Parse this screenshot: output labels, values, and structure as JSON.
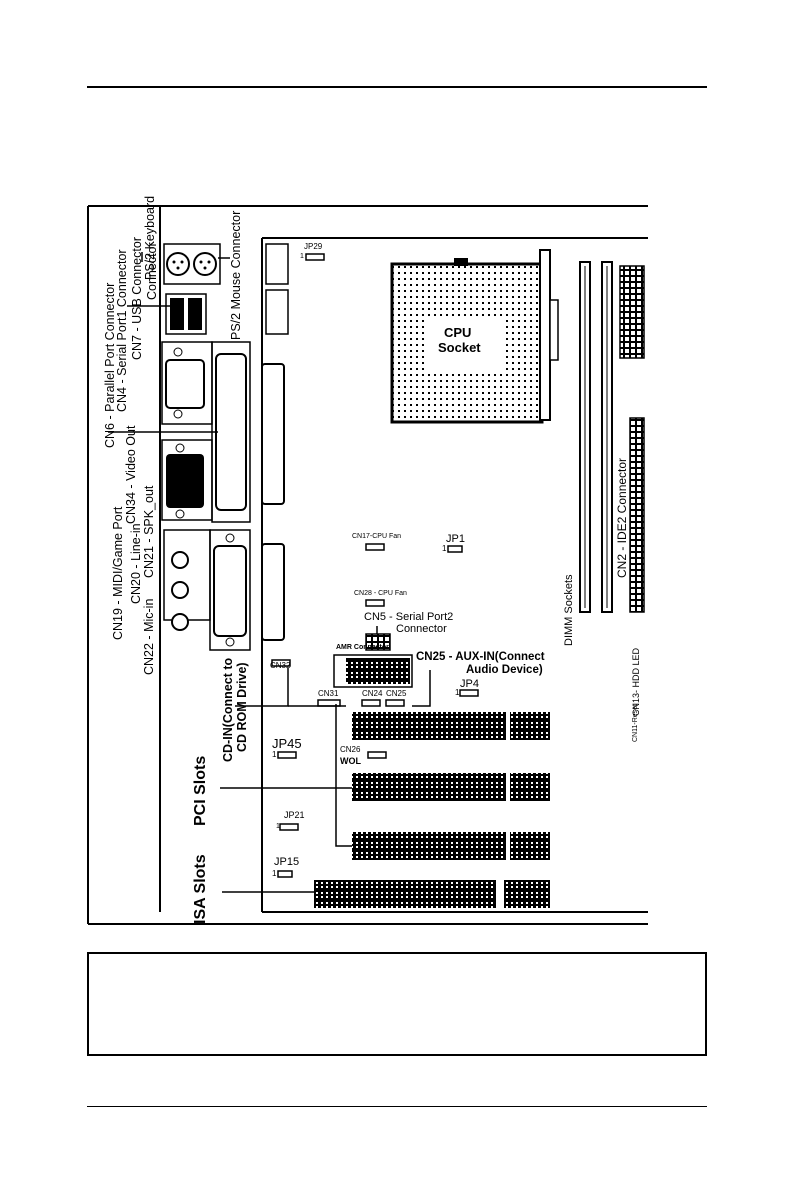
{
  "labels": {
    "ps2_kb": "PS/2 Keyboard",
    "usb": "CN7 - USB Connector",
    "serial1": "CN4 - Serial Port1 Connector",
    "parallel": "CN6 - Parallel Port Connector",
    "ps2_mouse": "PS/2 Mouse Connector",
    "connector_word": "Connector",
    "video": "CN34 - Video Out",
    "midi": "CN19 - MIDI/Game Port",
    "linein": "CN20 - Line-in",
    "spk": "CN21 - SPK_out",
    "micin": "CN22 - Mic-in",
    "cdin_1": "CD-IN(Connect to",
    "cdin_2": "CD ROM Drive)",
    "pci": "PCI Slots",
    "isa": "ISA Slots",
    "cpu_1": "CPU",
    "cpu_2": "Socket",
    "jp29": "JP29",
    "jp1": "JP1",
    "jp4": "JP4",
    "jp45": "JP45",
    "jp21": "JP21",
    "jp15": "JP15",
    "cn17": "CN17-CPU Fan",
    "cn28": "CN28 - CPU Fan",
    "cn5_1": "CN5 - Serial Port2",
    "cn5_2": "Connector",
    "amr": "AMR Connector",
    "cn25_1": "CN25 - AUX-IN(Connect",
    "cn25_2": "Audio Device)",
    "cn32": "CN32",
    "cn31": "CN31",
    "cn24": "CN24",
    "cn25s": "CN25",
    "cn26": "CN26",
    "wol": "WOL",
    "dimm": "DIMM Sockets",
    "ide2": "CN2 - IDE2 Connector",
    "cn13": "CN13- HDD LED",
    "cn11": "CN11-Reset",
    "pin1": "1"
  }
}
